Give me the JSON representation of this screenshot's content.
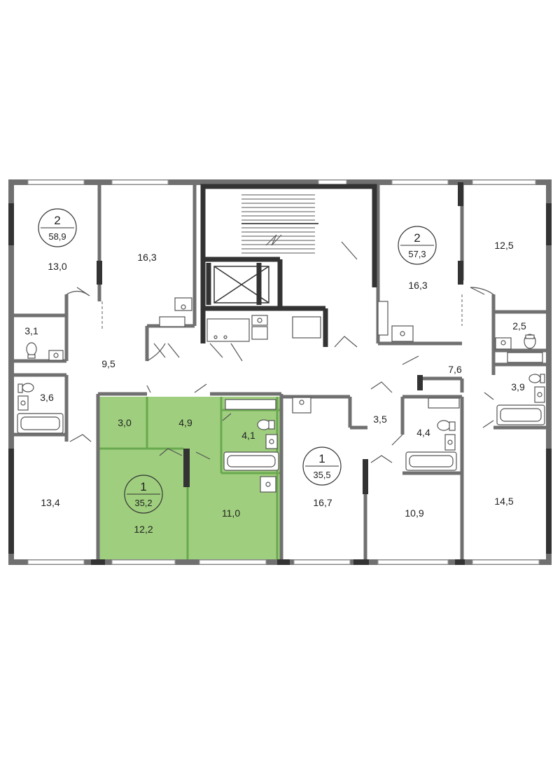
{
  "colors": {
    "wall": "#707070",
    "wall_dark": "#333333",
    "highlight": "#9fcf7e",
    "highlight_stroke": "#6aa84f",
    "window": "#c8c8c8"
  },
  "apartments": [
    {
      "rooms": "2",
      "area": "58,9"
    },
    {
      "rooms": "2",
      "area": "57,3"
    },
    {
      "rooms": "1",
      "area": "35,2"
    },
    {
      "rooms": "1",
      "area": "35,5"
    }
  ],
  "rooms": [
    {
      "area": "13,0"
    },
    {
      "area": "16,3"
    },
    {
      "area": "3,1"
    },
    {
      "area": "9,5"
    },
    {
      "area": "3,6"
    },
    {
      "area": "13,4"
    },
    {
      "area": "3,0"
    },
    {
      "area": "4,9"
    },
    {
      "area": "4,1"
    },
    {
      "area": "12,2"
    },
    {
      "area": "11,0"
    },
    {
      "area": "16,3"
    },
    {
      "area": "12,5"
    },
    {
      "area": "2,5"
    },
    {
      "area": "7,6"
    },
    {
      "area": "3,9"
    },
    {
      "area": "3,5"
    },
    {
      "area": "4,4"
    },
    {
      "area": "16,7"
    },
    {
      "area": "10,9"
    },
    {
      "area": "14,5"
    }
  ],
  "icons": [
    "toilet-icon",
    "sink-icon",
    "bathtub-icon",
    "stove-icon",
    "elevator-icon",
    "stairs-icon"
  ]
}
